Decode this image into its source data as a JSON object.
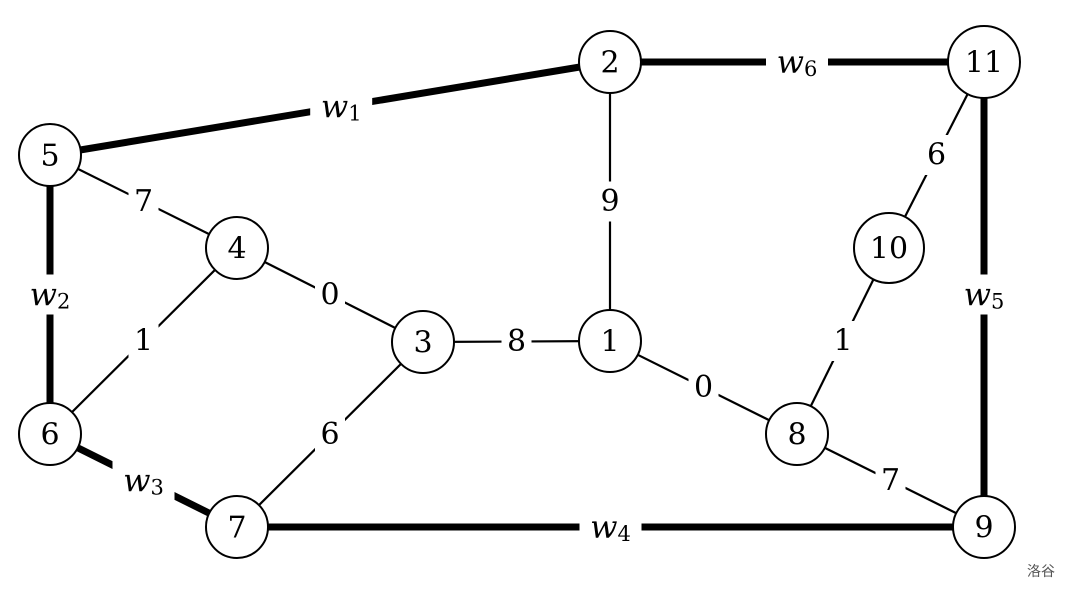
{
  "graph": {
    "nodes": [
      {
        "id": "1",
        "label": "1"
      },
      {
        "id": "2",
        "label": "2"
      },
      {
        "id": "3",
        "label": "3"
      },
      {
        "id": "4",
        "label": "4"
      },
      {
        "id": "5",
        "label": "5"
      },
      {
        "id": "6",
        "label": "6"
      },
      {
        "id": "7",
        "label": "7"
      },
      {
        "id": "8",
        "label": "8"
      },
      {
        "id": "9",
        "label": "9"
      },
      {
        "id": "10",
        "label": "10"
      },
      {
        "id": "11",
        "label": "11"
      }
    ],
    "edges": [
      {
        "from": "5",
        "to": "2",
        "label": "w",
        "sub": "1",
        "style": "thick"
      },
      {
        "from": "5",
        "to": "6",
        "label": "w",
        "sub": "2",
        "style": "thick"
      },
      {
        "from": "6",
        "to": "7",
        "label": "w",
        "sub": "3",
        "style": "thick"
      },
      {
        "from": "7",
        "to": "9",
        "label": "w",
        "sub": "4",
        "style": "thick"
      },
      {
        "from": "11",
        "to": "9",
        "label": "w",
        "sub": "5",
        "style": "thick"
      },
      {
        "from": "2",
        "to": "11",
        "label": "w",
        "sub": "6",
        "style": "thick"
      },
      {
        "from": "5",
        "to": "4",
        "label": "7",
        "style": "thin"
      },
      {
        "from": "4",
        "to": "6",
        "label": "1",
        "style": "thin"
      },
      {
        "from": "4",
        "to": "3",
        "label": "0",
        "style": "thin"
      },
      {
        "from": "3",
        "to": "1",
        "label": "8",
        "style": "thin"
      },
      {
        "from": "3",
        "to": "7",
        "label": "6",
        "style": "thin"
      },
      {
        "from": "2",
        "to": "1",
        "label": "9",
        "style": "thin"
      },
      {
        "from": "1",
        "to": "8",
        "label": "0",
        "style": "thin"
      },
      {
        "from": "8",
        "to": "9",
        "label": "7",
        "style": "thin"
      },
      {
        "from": "8",
        "to": "10",
        "label": "1",
        "style": "thin"
      },
      {
        "from": "10",
        "to": "11",
        "label": "6",
        "style": "thin"
      }
    ]
  },
  "watermark": "洛谷"
}
